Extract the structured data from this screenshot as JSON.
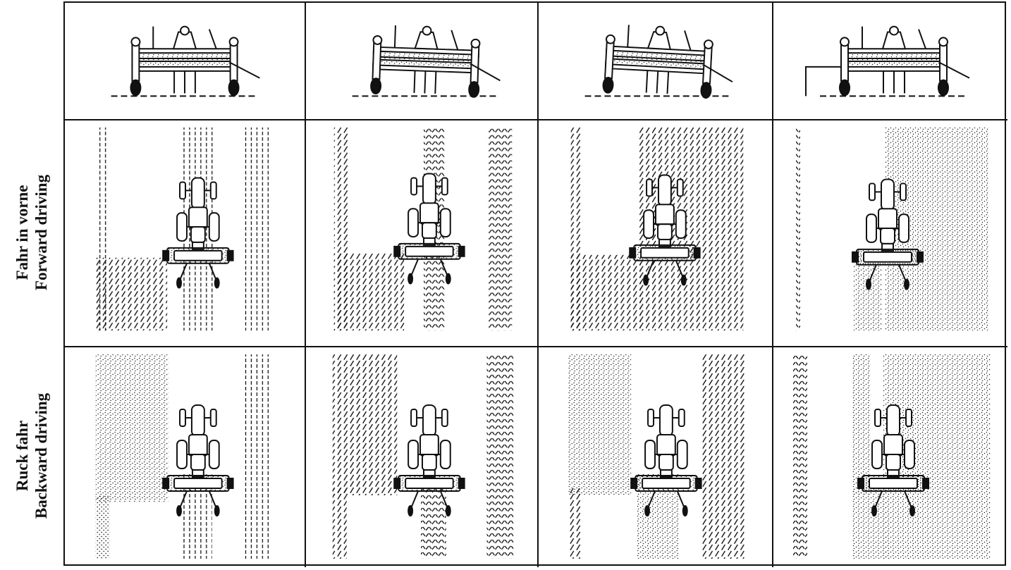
{
  "rows": [
    {
      "label_line1": "Fahr in vorne",
      "label_line2": "Forward driving"
    },
    {
      "label_line1": "Ruck fahr",
      "label_line2": "Backward driving"
    }
  ],
  "columns": [
    {
      "setup": "level-ground"
    },
    {
      "setup": "slope"
    },
    {
      "setup": "slope-alt"
    },
    {
      "setup": "edge-shoulder"
    }
  ],
  "colors": {
    "ink": "#111111",
    "background": "#ffffff"
  }
}
